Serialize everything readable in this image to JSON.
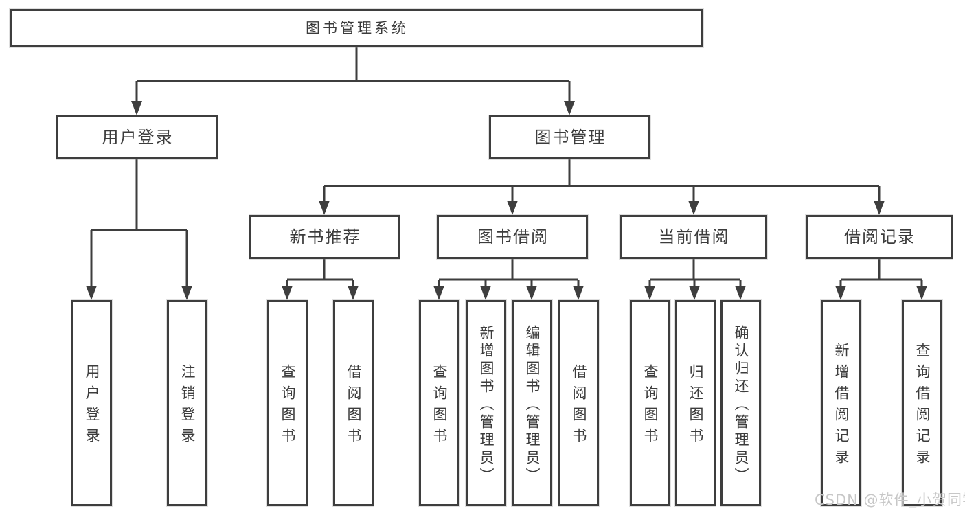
{
  "nodes": {
    "root": {
      "label": "图书管理系统"
    },
    "user_login_group": {
      "label": "用户登录"
    },
    "book_mgmt_group": {
      "label": "图书管理"
    },
    "new_book_rec": {
      "label": "新书推荐"
    },
    "book_borrow": {
      "label": "图书借阅"
    },
    "current_borrow": {
      "label": "当前借阅"
    },
    "borrow_records": {
      "label": "借阅记录"
    },
    "leaf_user_login": {
      "label": "用户登录"
    },
    "leaf_logout": {
      "label": "注销登录"
    },
    "leaf_nbr_query_books": {
      "label": "查询图书"
    },
    "leaf_nbr_borrow_books": {
      "label": "借阅图书"
    },
    "leaf_bb_query_books": {
      "label": "查询图书"
    },
    "leaf_bb_add_books": {
      "label": "新增图书（管理员）"
    },
    "leaf_bb_edit_books": {
      "label": "编辑图书（管理员）"
    },
    "leaf_bb_borrow_books": {
      "label": "借阅图书"
    },
    "leaf_cb_query_books": {
      "label": "查询图书"
    },
    "leaf_cb_return_books": {
      "label": "归还图书"
    },
    "leaf_cb_confirm_return": {
      "label": "确认归还（管理员）"
    },
    "leaf_br_add_record": {
      "label": "新增借阅记录"
    },
    "leaf_br_query_record": {
      "label": "查询借阅记录"
    }
  },
  "watermark": "CSDN @软件_小贺同学",
  "colors": {
    "line": "#3e3e3e",
    "box_border": "#3e3e3e",
    "box_background": "#ffffff",
    "text": "#3c3c3c",
    "watermark": "#c7c7c7",
    "page_background": "#ffffff"
  }
}
